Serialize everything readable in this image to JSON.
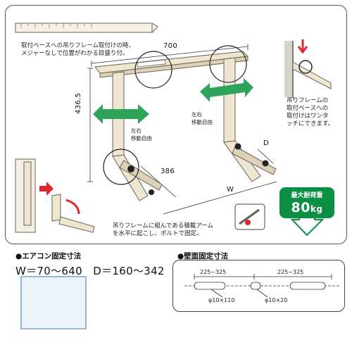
{
  "labels": {
    "base_note": "取付ベースへの吊りフレーム取付けの時、\nメジャーなしで位置がわかる目盛り付。",
    "dim_width": "700",
    "dim_height": "436.5",
    "dim_arm": "386",
    "dim_d": "D",
    "dim_w": "W",
    "move_left": "左右\n移動自由",
    "move_right": "左右\n移動自由",
    "frame_note": "吊りフレームの\n取付ベースへの\n取付けはワンタ\nッチにできます。",
    "arm_note": "吊りフレームに組んである積載アーム\nを水平に起こし、ボルトで固定。",
    "load_title": "最大耐荷重",
    "load_value": "80",
    "load_unit": "kg"
  },
  "aircon": {
    "heading": "●エアコン固定寸法",
    "spec": "W＝70～640　D＝160～342"
  },
  "wall": {
    "heading": "●壁面固定寸法",
    "span_left": "225~325",
    "span_right": "225~325",
    "hole_left": "φ10×110",
    "hole_right": "φ10×20"
  },
  "colors": {
    "bracket": "#efe6d2",
    "outline": "#6b6152",
    "arrow_green": "#2ea35a",
    "arrow_red": "#e0262d",
    "badge_green": "#0a8f43"
  }
}
